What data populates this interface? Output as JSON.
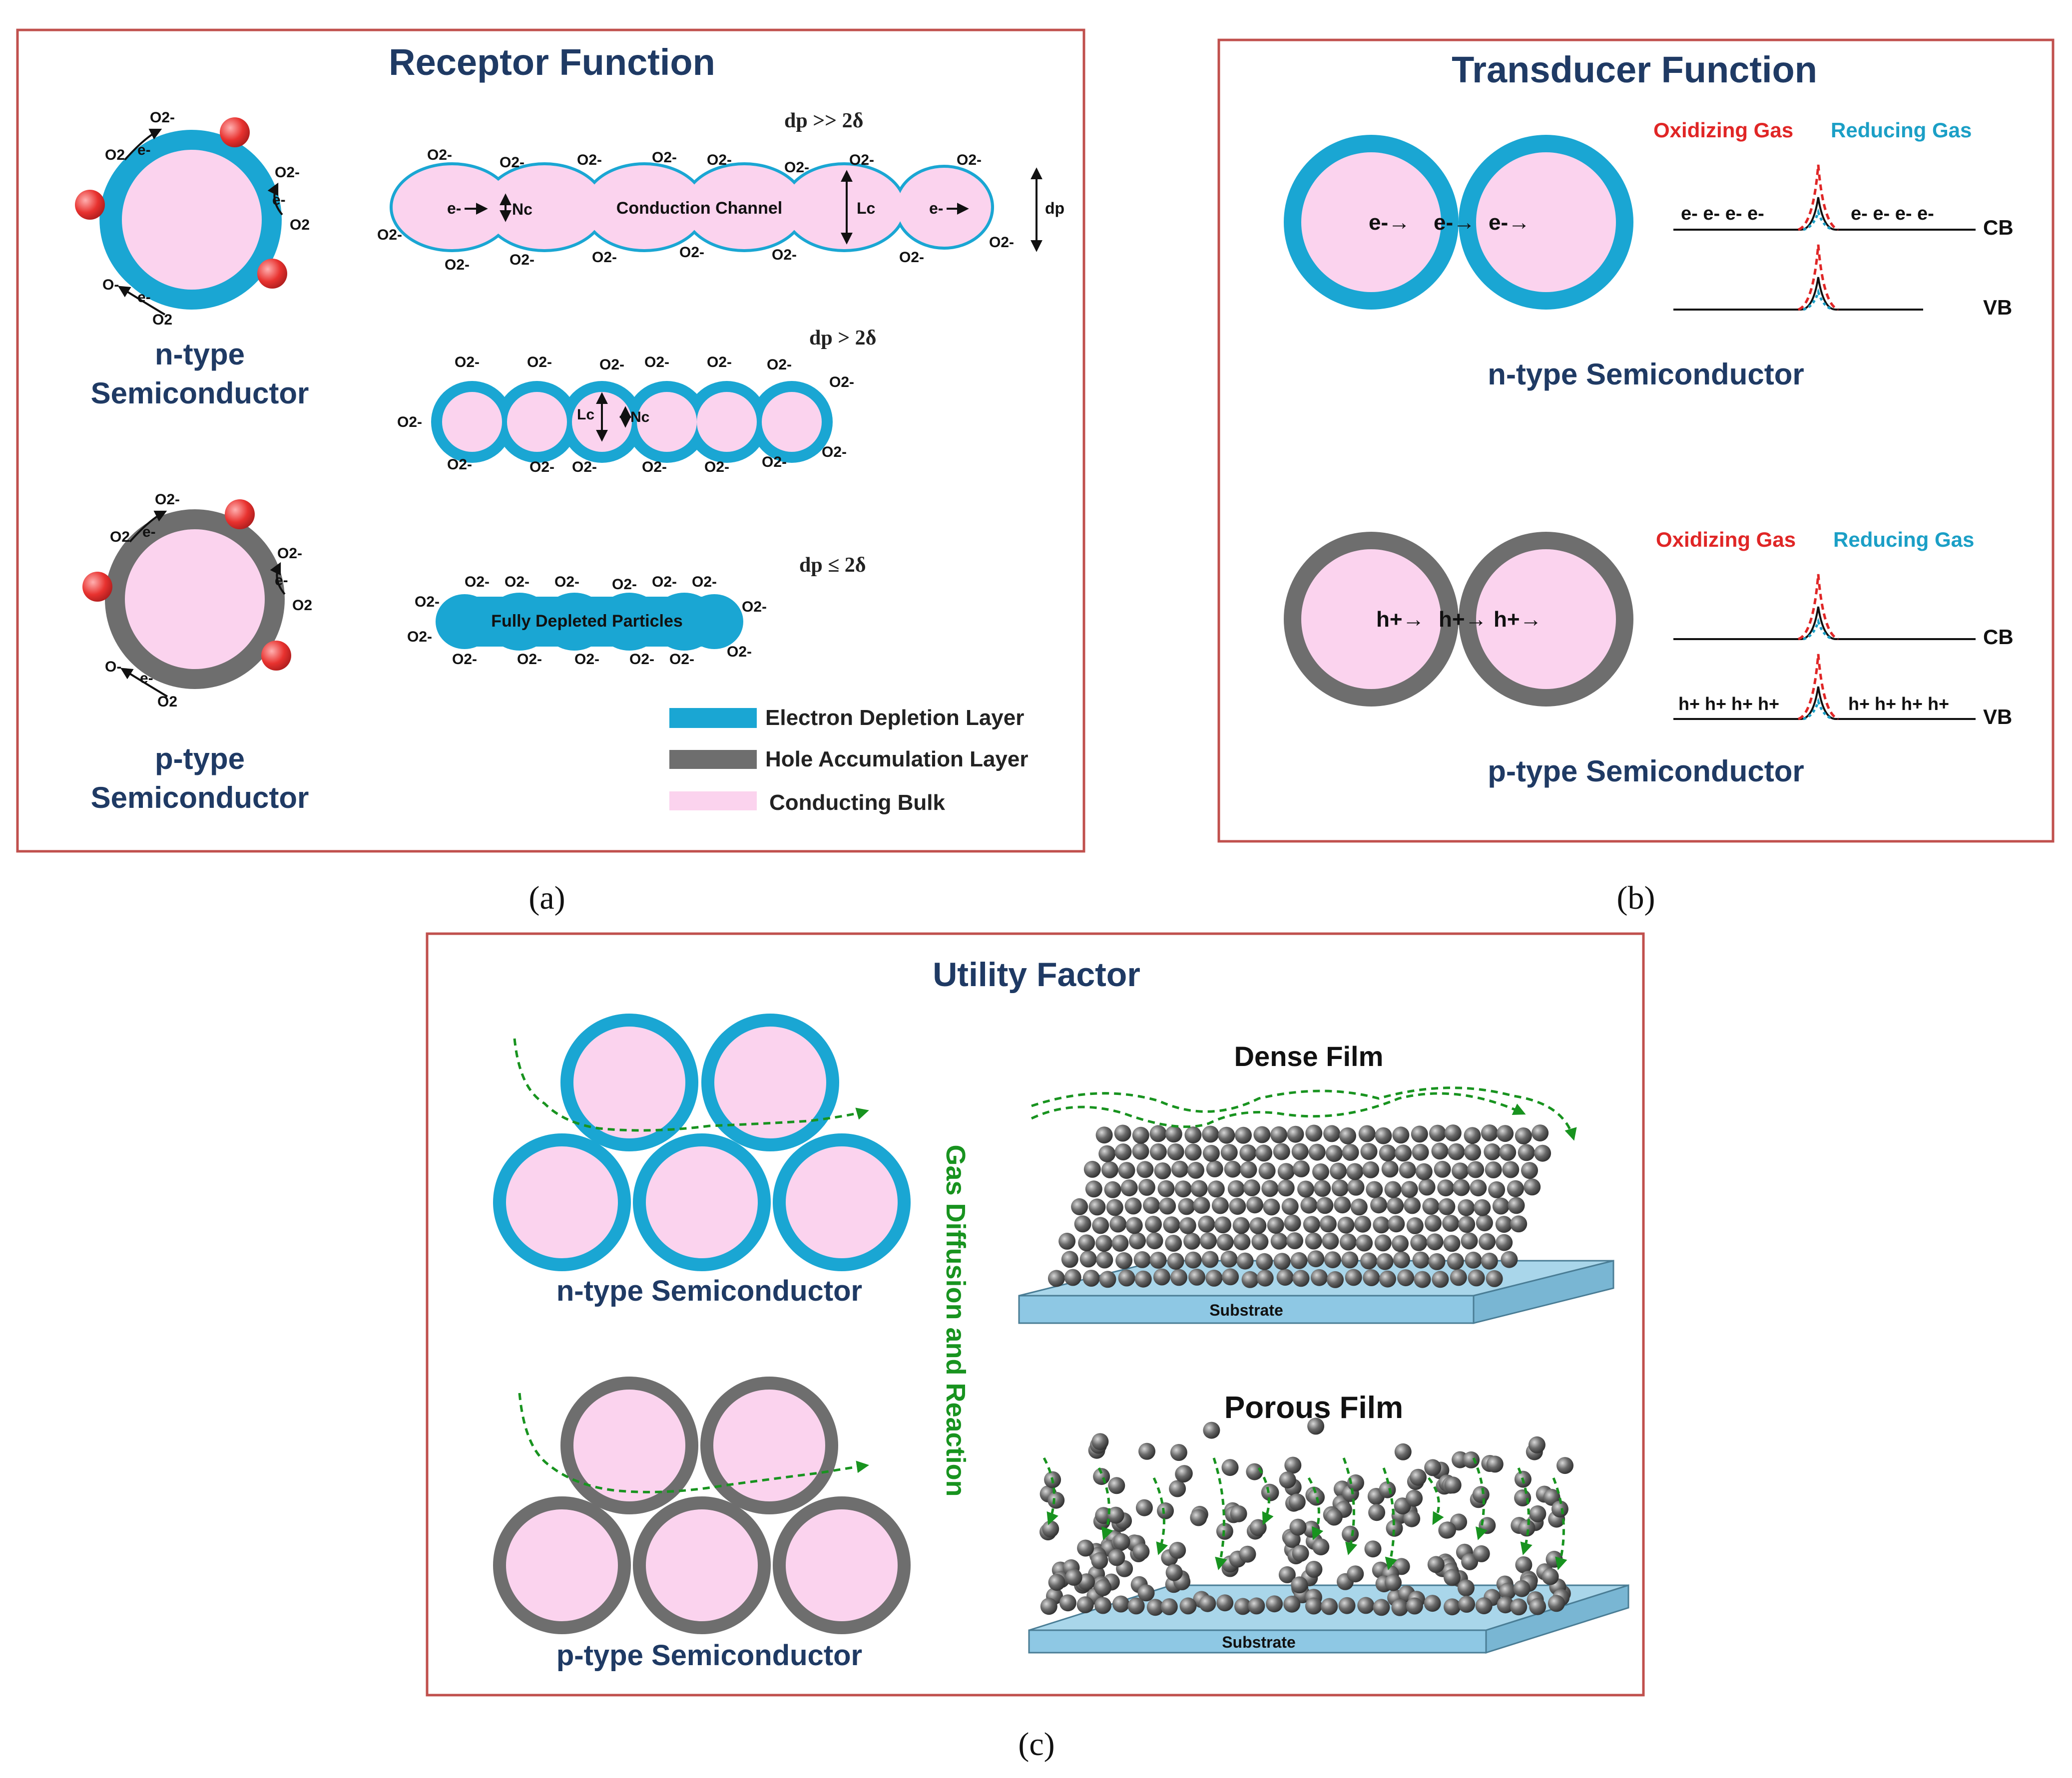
{
  "colors": {
    "panel_border": "#c0504d",
    "title_color": "#1f3a64",
    "label_color": "#1f3a64",
    "electron_depletion": "#1aa6d3",
    "hole_accumulation": "#6e6e6e",
    "conducting_bulk": "#fbd3ee",
    "oxygen_ball": "#e8322f",
    "oxidizing": "#e02626",
    "reducing": "#1b9fc6",
    "gas_diffusion": "#18931f",
    "substrate": "#8ec8e4",
    "film_particle": "#5a5a5a"
  },
  "panel_a": {
    "title": "Receptor Function",
    "n_type_label": [
      "n-type",
      "Semiconductor"
    ],
    "p_type_label": [
      "p-type",
      "Semiconductor"
    ],
    "o2_minus": "O2-",
    "o2": "O2",
    "o2_2minus": "O2-",
    "o_minus": "O-",
    "electron": "e-",
    "cond_channel": "Conduction Channel",
    "nc": "Nc",
    "lc": "Lc",
    "dp": "dp",
    "case1": "dp >> 2δ",
    "case2": "dp > 2δ",
    "case3": "dp ≤ 2δ",
    "fully_depleted": "Fully Depleted Particles",
    "legend": [
      "Electron Depletion Layer",
      "Hole Accumulation Layer",
      "Conducting Bulk"
    ]
  },
  "panel_b": {
    "title": "Transducer Function",
    "oxidizing": "Oxidizing Gas",
    "reducing": "Reducing Gas",
    "cb": "CB",
    "vb": "VB",
    "n_label": "n-type Semiconductor",
    "p_label": "p-type Semiconductor",
    "electron_flow": [
      "e-→",
      "e-→",
      "e-→"
    ],
    "hole_flow": [
      "h+→",
      "h+→",
      "h+→"
    ],
    "electrons_cb": "e- e- e- e-",
    "holes_vb": "h+ h+ h+ h+"
  },
  "panel_c": {
    "title": "Utility Factor",
    "n_label": "n-type Semiconductor",
    "p_label": "p-type Semiconductor",
    "gas_text": "Gas Diffusion and Reaction",
    "dense": "Dense Film",
    "porous": "Porous Film",
    "substrate": "Substrate"
  },
  "captions": [
    "(a)",
    "(b)",
    "(c)"
  ]
}
